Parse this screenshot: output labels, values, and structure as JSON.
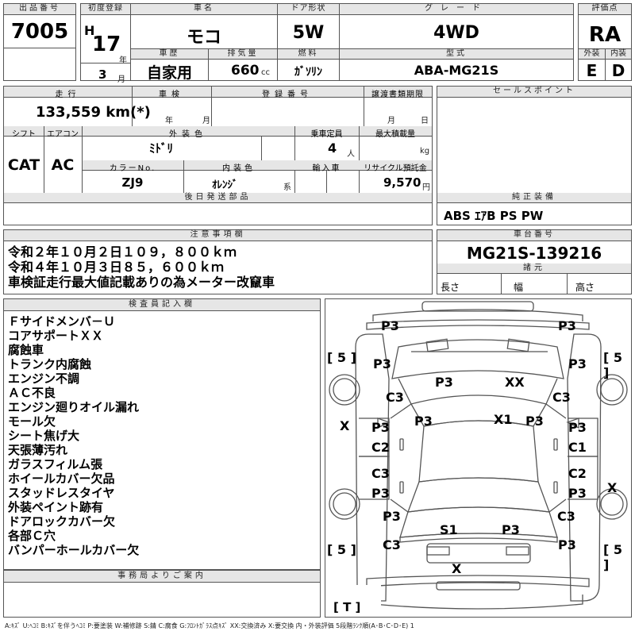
{
  "header": {
    "lot_no_label": "出品番号",
    "lot_no": "7005",
    "first_reg_label": "初度登録",
    "era": "H",
    "year": "17",
    "year_unit": "年",
    "month": "3",
    "month_unit": "月",
    "car_name_label": "車名",
    "car_name": "モコ",
    "door_label": "ドア形状",
    "door": "5W",
    "grade_label": "グレード",
    "grade": "4WD",
    "score_label": "評価点",
    "score": "RA",
    "history_label": "車歴",
    "history": "自家用",
    "displacement_label": "排気量",
    "displacement": "660",
    "displacement_unit": "cc",
    "fuel_label": "燃料",
    "fuel": "ｶﾞｿﾘﾝ",
    "model_label": "型式",
    "model": "ABA-MG21S",
    "ext_label": "外装",
    "ext_grade": "E",
    "int_label": "内装",
    "int_grade": "D"
  },
  "row2": {
    "mileage_label": "走行",
    "mileage": "133,559 km(*)",
    "inspection_label": "車検",
    "inspection_year_unit": "年",
    "inspection_month_unit": "月",
    "reg_no_label": "登録番号",
    "transfer_label": "譲渡書類期限",
    "transfer_month_unit": "月",
    "transfer_day_unit": "日",
    "shift_label": "シフト",
    "shift": "CAT",
    "ac_label": "エアコン",
    "ac": "AC",
    "ext_color_label": "外装色",
    "ext_color": "ﾐﾄﾞﾘ",
    "capacity_label": "乗車定員",
    "capacity": "4",
    "capacity_unit": "人",
    "load_label": "最大積載量",
    "load_unit": "kg",
    "color_no_label": "カラーNo.",
    "color_no": "ZJ9",
    "int_color_label": "内装色",
    "int_color": "ｵﾚﾝｼﾞ",
    "int_color_unit": "系",
    "import_label": "輸入車",
    "recycle_label": "リサイクル預託金",
    "recycle": "9,570",
    "recycle_unit": "円",
    "sales_point_label": "セールスポイント",
    "later_parts_label": "後日発送部品",
    "genuine_label": "純正装備",
    "genuine": "ABS ｴｱB PS PW"
  },
  "notes": {
    "label": "注意事項欄",
    "lines": [
      "令和２年１０月２日１０９，８００ｋｍ",
      "令和４年１０月３日８５，６００ｋｍ",
      "車検証走行最大値記載ありの為メーター改竄車"
    ]
  },
  "chassis": {
    "label": "車台番号",
    "value": "MG21S-139216",
    "spec_label": "諸元",
    "length_label": "長さ",
    "width_label": "幅",
    "height_label": "高さ"
  },
  "inspector": {
    "label": "検査員記入欄",
    "lines": [
      "Ｆサイドメンバ－Ｕ",
      "コアサポートＸＸ",
      "腐蝕車",
      "トランク内腐蝕",
      "エンジン不調",
      "ＡＣ不良",
      "エンジン廻りオイル漏れ",
      "モール欠",
      "シート焦げ大",
      "天張薄汚れ",
      "ガラスフィルム張",
      "ホイールカバー欠品",
      "スタッドレスタイヤ",
      "外装ペイント跡有",
      "ドアロックカバー欠",
      "各部Ｃ穴",
      "バンパーホールカバー欠"
    ]
  },
  "office": {
    "label": "事務局よりご案内"
  },
  "diagram": {
    "marks": [
      {
        "id": "p3-front-left",
        "text": "P3"
      },
      {
        "id": "p3-front-right",
        "text": "P3"
      },
      {
        "id": "tire-front-left",
        "text": "[ 5 ]"
      },
      {
        "id": "tire-front-right",
        "text": "[ 5 ]"
      },
      {
        "id": "p3-fender-fl",
        "text": "P3"
      },
      {
        "id": "p3-fender-fr",
        "text": "P3"
      },
      {
        "id": "p3-hood-left",
        "text": "P3"
      },
      {
        "id": "xx-hood-right",
        "text": "XX"
      },
      {
        "id": "c3-fender-fl",
        "text": "C3"
      },
      {
        "id": "c3-fender-fr",
        "text": "C3"
      },
      {
        "id": "x1-center",
        "text": "X1"
      },
      {
        "id": "p3-pillar-left",
        "text": "P3"
      },
      {
        "id": "p3-pillar-right",
        "text": "P3"
      },
      {
        "id": "x-mirror-left",
        "text": "X"
      },
      {
        "id": "p3-door-fl",
        "text": "P3"
      },
      {
        "id": "c2-door-fl",
        "text": "C2"
      },
      {
        "id": "p3-door-fr",
        "text": "P3"
      },
      {
        "id": "c1-door-fr",
        "text": "C1"
      },
      {
        "id": "c3-door-rl",
        "text": "C3"
      },
      {
        "id": "p3-door-rl",
        "text": "P3"
      },
      {
        "id": "c2-door-rr",
        "text": "C2"
      },
      {
        "id": "p3-door-rr",
        "text": "P3"
      },
      {
        "id": "x-right-side",
        "text": "X"
      },
      {
        "id": "p3-qtr-rl",
        "text": "P3"
      },
      {
        "id": "c3-qtr-rr",
        "text": "C3"
      },
      {
        "id": "s1-trunk",
        "text": "S1"
      },
      {
        "id": "p3-trunk-right",
        "text": "P3"
      },
      {
        "id": "tire-rear-left",
        "text": "[ 5 ]"
      },
      {
        "id": "c3-rear-left",
        "text": "C3"
      },
      {
        "id": "p3-rear-right",
        "text": "P3"
      },
      {
        "id": "tire-rear-right",
        "text": "[ 5 ]"
      },
      {
        "id": "x-rear-bumper",
        "text": "X"
      },
      {
        "id": "spare-tire",
        "text": "[ T ]"
      }
    ]
  },
  "legend": "A:ｷｽﾞ U:ﾍｺﾐ B:ｷｽﾞを伴うﾍｺﾐ P:要塗装 W:補修跡 S:錆 C:腐食 G:ﾌﾛﾝﾄｶﾞﾗｽ点ｷｽﾞ XX:交換済み X:要交換 内・外装評価 5段階ﾗﾝｸ順(A･B･C･D･E) 1"
}
